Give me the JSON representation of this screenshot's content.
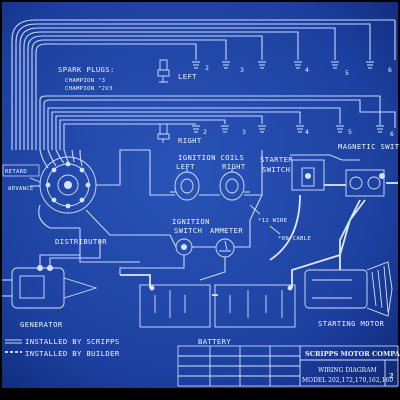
{
  "colors": {
    "paper": "#1b3f9e",
    "paper_dark": "#0f2a78",
    "line": "#d6e2ff",
    "border": "#000000"
  },
  "labels": {
    "spark_plugs_title": "SPARK PLUGS:",
    "spark_plugs_line1": "CHAMPION \"3",
    "spark_plugs_line2": "CHAMPION \"2V3",
    "left": "LEFT",
    "right": "RIGHT",
    "retard": "RETARD",
    "advance": "ADVANCE",
    "distributor": "DISTRIBUTOR",
    "ignition_coils": "IGNITION COILS",
    "coil_left": "LEFT",
    "coil_right": "RIGHT",
    "starter_switch_1": "STARTER",
    "starter_switch_2": "SWITCH",
    "magnetic_switch": "MAGNETIC SWITCH",
    "ignition_switch_1": "IGNITION",
    "ignition_switch_2": "SWITCH",
    "ammeter": "AMMETER",
    "wire_12": "*12 WIRE",
    "cable_00": "*00 CABLE",
    "generator": "GENERATOR",
    "battery": "BATTERY",
    "starting_motor": "STARTING MOTOR",
    "legend_scripps": "INSTALLED BY SCRIPPS",
    "legend_builder": "INSTALLED BY BUILDER"
  },
  "plug_numbers_top": [
    "2",
    "3",
    "4",
    "5",
    "6"
  ],
  "plug_numbers_mid": [
    "2",
    "3",
    "4",
    "5",
    "6"
  ],
  "title_block": {
    "company": "SCRIPPS MOTOR COMPANY",
    "drawing": "WIRING DIAGRAM",
    "model": "MODEL 202,172,170,162,160",
    "sheet": "2"
  }
}
